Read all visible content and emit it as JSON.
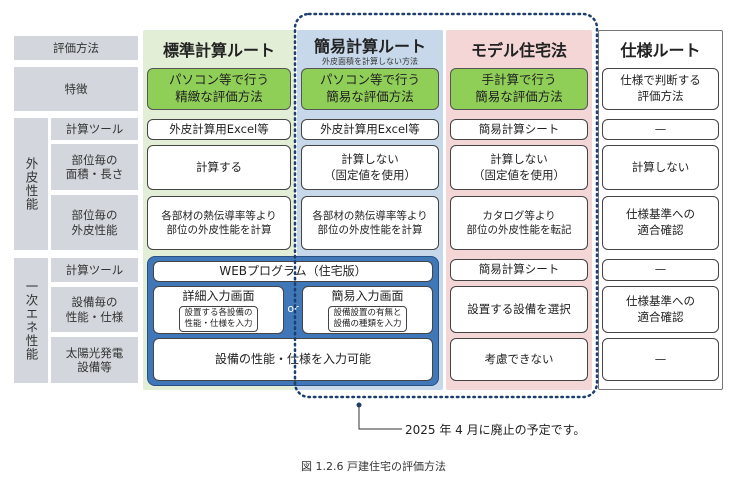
{
  "row_labels": {
    "method": "評価方法",
    "feature": "特徴",
    "envelope_tool": "計算ツール",
    "area_length": "部位毎の\n面積・長さ",
    "envelope_perf": "部位毎の\n外皮性能",
    "energy_tool": "計算ツール",
    "equipment_perf": "設備毎の\n性能・仕様",
    "solar": "太陽光発電\n設備等"
  },
  "groups": {
    "envelope": "外皮性能",
    "energy": "一次エネ性能"
  },
  "columns": {
    "standard": {
      "title": "標準計算ルート",
      "feature": "パソコン等で行う\n精緻な評価方法",
      "envelope_tool": "外皮計算用Excel等",
      "area_length": "計算する",
      "envelope_perf": "各部材の熱伝導率等より\n部位の外皮性能を計算"
    },
    "simple": {
      "title": "簡易計算ルート",
      "subtitle": "外皮面積を計算しない方法",
      "feature": "パソコン等で行う\n簡易な評価方法",
      "envelope_tool": "外皮計算用Excel等",
      "area_length": "計算しない\n（固定値を使用）",
      "envelope_perf": "各部材の熱伝導率等より\n部位の外皮性能を計算"
    },
    "model": {
      "title": "モデル住宅法",
      "feature": "手計算で行う\n簡易な評価方法",
      "envelope_tool": "簡易計算シート",
      "area_length": "計算しない\n（固定値を使用）",
      "envelope_perf": "カタログ等より\n部位の外皮性能を転記",
      "energy_tool": "簡易計算シート",
      "equipment_perf": "設置する設備を選択",
      "solar": "考慮できない"
    },
    "spec": {
      "title": "仕様ルート",
      "feature": "仕様で判断する\n評価方法",
      "envelope_tool": "—",
      "area_length": "計算しない",
      "envelope_perf": "仕様基準への\n適合確認",
      "energy_tool": "—",
      "equipment_perf": "仕様基準への\n適合確認",
      "solar": "—"
    }
  },
  "web_program": {
    "title": "WEBプログラム（住宅版）",
    "detail_title": "詳細入力画面",
    "detail_sub": "設置する各設備の\n性能・仕様を入力",
    "or": "or",
    "simple_title": "簡易入力画面",
    "simple_sub": "設備設置の有無と\n設備の種類を入力",
    "solar": "設備の性能・仕様を入力可能"
  },
  "note": "2025 年 4 月に廃止の予定です。",
  "caption": "図 1.2.6 戸建住宅の評価方法",
  "colors": {
    "label_gray": "#d3d6dc",
    "standard_bg": "#e3eed7",
    "simple_bg": "#c7d8ea",
    "model_bg": "#f4d6d6",
    "feature_green": "#8fce57",
    "web_blue": "#3f77b9",
    "dotted_navy": "#1e3f6e"
  }
}
